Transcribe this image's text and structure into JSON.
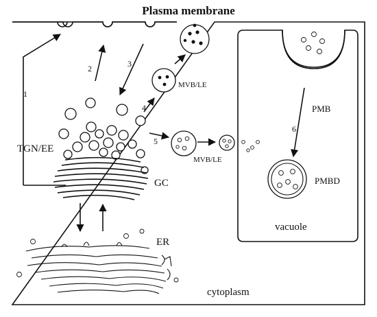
{
  "labels": {
    "plasma_membrane": "Plasma membrane",
    "tgn_ee": "TGN/EE",
    "gc": "GC",
    "er": "ER",
    "cytoplasm": "cytoplasm",
    "mvb_le_upper": "MVB/LE",
    "mvb_le_lower": "MVB/LE",
    "pmb": "PMB",
    "pmbd": "PMBD",
    "vacuole": "vacuole"
  },
  "steps": [
    "1",
    "2",
    "3",
    "4",
    "5",
    "6"
  ]
}
